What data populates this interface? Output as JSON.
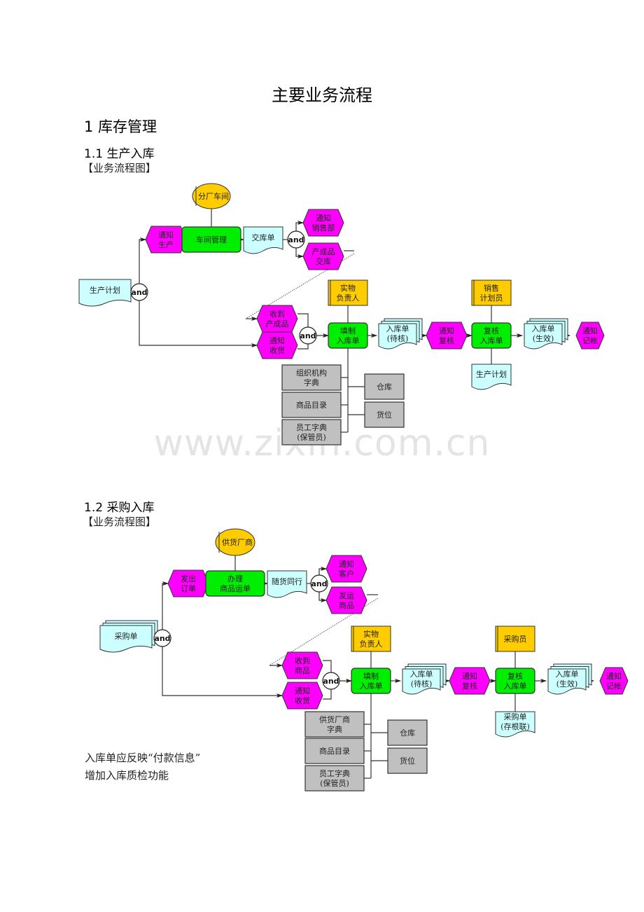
{
  "page": {
    "title": "主要业务流程",
    "section1": "1  库存管理",
    "watermark": "www.zixin.com.cn"
  },
  "colors": {
    "event_magenta": "#ff00ff",
    "function_green": "#00ee00",
    "document_cyan": "#ccffff",
    "org_orange": "#ffcc00",
    "system_gray": "#c0c0c0",
    "line": "#333333"
  },
  "flows": [
    {
      "id": "production-inbound",
      "heading": "1.1  生产入库",
      "subheading": "【业务流程图】",
      "nodes": {
        "start_doc": "生产计划",
        "and_start": "and",
        "event_notify_production": "通知\n生产",
        "org_top": "分厂车间",
        "func_top": "车间管理",
        "doc_top": "交库单",
        "and_top": "and",
        "event_notify_sales": "通知\n销售部",
        "event_goods_handover": "产成品\n交库",
        "event_received": "收到\n产成品",
        "event_notify_receive": "通知\n收货",
        "and_mid": "and",
        "org_mid": "实物\n负责人",
        "func_fill": "填制\n入库单",
        "doc_pending": "入库单\n(待核)",
        "event_notify_review": "通知\n复核",
        "org_review": "销售\n计划员",
        "func_review": "复核\n入库单",
        "doc_review_below": "生产计划",
        "doc_effective": "入库单\n(生效)",
        "event_notify_account": "通知\n记帐",
        "sys_org_dict": "组织机构\n字典",
        "sys_catalog": "商品目录",
        "sys_staff_dict": "员工字典\n(保管员)",
        "sys_warehouse": "仓库",
        "sys_location": "货位"
      }
    },
    {
      "id": "purchase-inbound",
      "heading": "1.2  采购入库",
      "subheading": "【业务流程图】",
      "nodes": {
        "start_doc": "采购单",
        "and_start": "and",
        "event_notify_production": "发出\n订单",
        "org_top": "供货厂商",
        "func_top": "办理\n商品运单",
        "doc_top": "随货同行",
        "and_top": "and",
        "event_notify_sales": "通知\n客户",
        "event_goods_handover": "发运\n商品",
        "event_received": "收到\n商品",
        "event_notify_receive": "通知\n收货",
        "and_mid": "and",
        "org_mid": "实物\n负责人",
        "func_fill": "填制\n入库单",
        "doc_pending": "入库单\n(待核)",
        "event_notify_review": "通知\n复核",
        "org_review": "采购员",
        "func_review": "复核\n入库单",
        "doc_review_below": "采购单\n(存根联)",
        "doc_effective": "入库单\n(生效)",
        "event_notify_account": "通知\n记帐",
        "sys_org_dict": "供货厂商\n字典",
        "sys_catalog": "商品目录",
        "sys_staff_dict": "员工字典\n(保管员)",
        "sys_warehouse": "仓库",
        "sys_location": "货位"
      },
      "notes": [
        "入库单应反映“付款信息”",
        "增加入库质检功能"
      ]
    }
  ]
}
